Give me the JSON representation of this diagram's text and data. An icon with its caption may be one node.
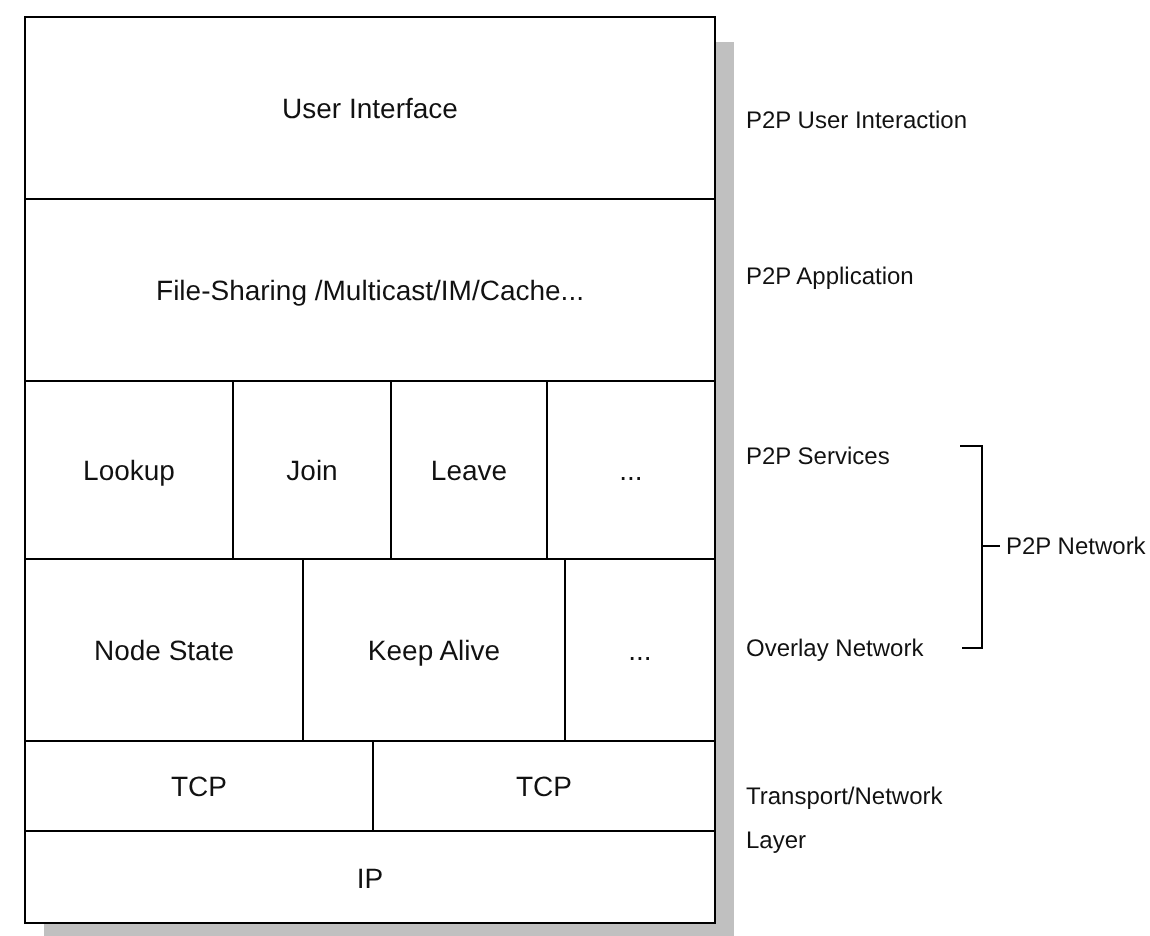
{
  "diagram": {
    "nodes": [
      {
        "text": [
          "User Interface"
        ]
      },
      {
        "text": [
          "File-Sharing /Multicast/IM/Cache..."
        ]
      },
      {
        "text": [
          "Lookup"
        ]
      },
      {
        "text": [
          "Join"
        ]
      },
      {
        "text": [
          "Leave"
        ]
      },
      {
        "text": [
          "..."
        ]
      },
      {
        "text": [
          "Node State"
        ]
      },
      {
        "text": [
          "Keep Alive"
        ]
      },
      {
        "text": [
          "..."
        ]
      },
      {
        "text": [
          "TCP"
        ]
      },
      {
        "text": [
          "TCP"
        ]
      },
      {
        "text": [
          "IP"
        ]
      }
    ],
    "edges": [],
    "labels": [
      "P2P User Interaction",
      "P2P Application",
      "P2P Services",
      "P2P Network",
      "Overlay Network",
      "Transport/Network Layer"
    ]
  }
}
